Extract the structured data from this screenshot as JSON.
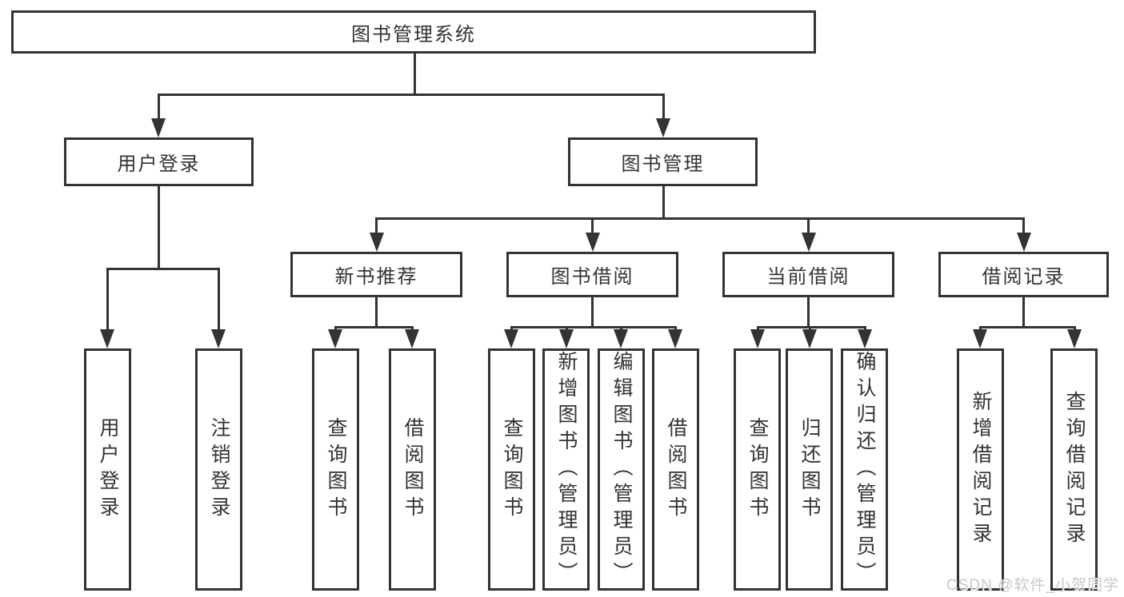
{
  "colors": {
    "line": "#333333",
    "box_border": "#333333",
    "text": "#333333",
    "background": "#ffffff",
    "watermark": "#c8c8c8"
  },
  "tree": {
    "root": {
      "label": "图书管理系统"
    },
    "children": [
      {
        "label": "用户登录",
        "children": [
          {
            "label": "用户登录"
          },
          {
            "label": "注销登录"
          }
        ]
      },
      {
        "label": "图书管理",
        "children": [
          {
            "label": "新书推荐",
            "children": [
              {
                "label": "查询图书"
              },
              {
                "label": "借阅图书"
              }
            ]
          },
          {
            "label": "图书借阅",
            "children": [
              {
                "label": "查询图书"
              },
              {
                "label": "新增图书（管理员）"
              },
              {
                "label": "编辑图书（管理员）"
              },
              {
                "label": "借阅图书"
              }
            ]
          },
          {
            "label": "当前借阅",
            "children": [
              {
                "label": "查询图书"
              },
              {
                "label": "归还图书"
              },
              {
                "label": "确认归还（管理员）"
              }
            ]
          },
          {
            "label": "借阅记录",
            "children": [
              {
                "label": "新增借阅记录"
              },
              {
                "label": "查询借阅记录"
              }
            ]
          }
        ]
      }
    ]
  },
  "watermark": {
    "text": "CSDN @软件_小贺同学"
  }
}
